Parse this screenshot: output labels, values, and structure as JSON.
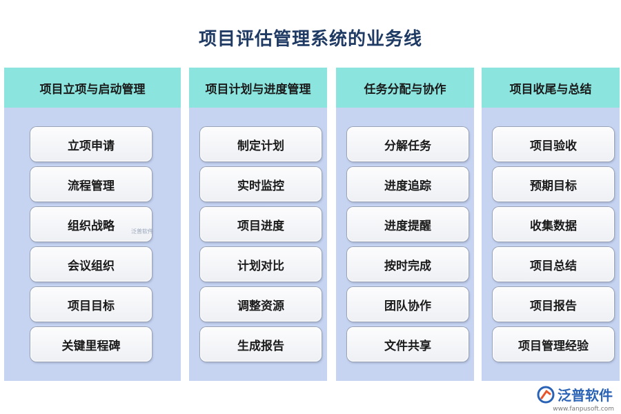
{
  "title": "项目评估管理系统的业务线",
  "columns": [
    {
      "header": "项目立项与启动管理",
      "items": [
        "立项申请",
        "流程管理",
        "组织战略",
        "会议组织",
        "项目目标",
        "关键里程碑"
      ]
    },
    {
      "header": "项目计划与进度管理",
      "items": [
        "制定计划",
        "实时监控",
        "项目进度",
        "计划对比",
        "调整资源",
        "生成报告"
      ]
    },
    {
      "header": "任务分配与协作",
      "items": [
        "分解任务",
        "进度追踪",
        "进度提醒",
        "按时完成",
        "团队协作",
        "文件共享"
      ]
    },
    {
      "header": "项目收尾与总结",
      "items": [
        "项目验收",
        "预期目标",
        "收集数据",
        "项目总结",
        "项目报告",
        "项目管理经验"
      ]
    }
  ],
  "watermark": "泛普软件",
  "brand": {
    "name": "泛普软件",
    "url": "www.fanpusoft.com"
  }
}
